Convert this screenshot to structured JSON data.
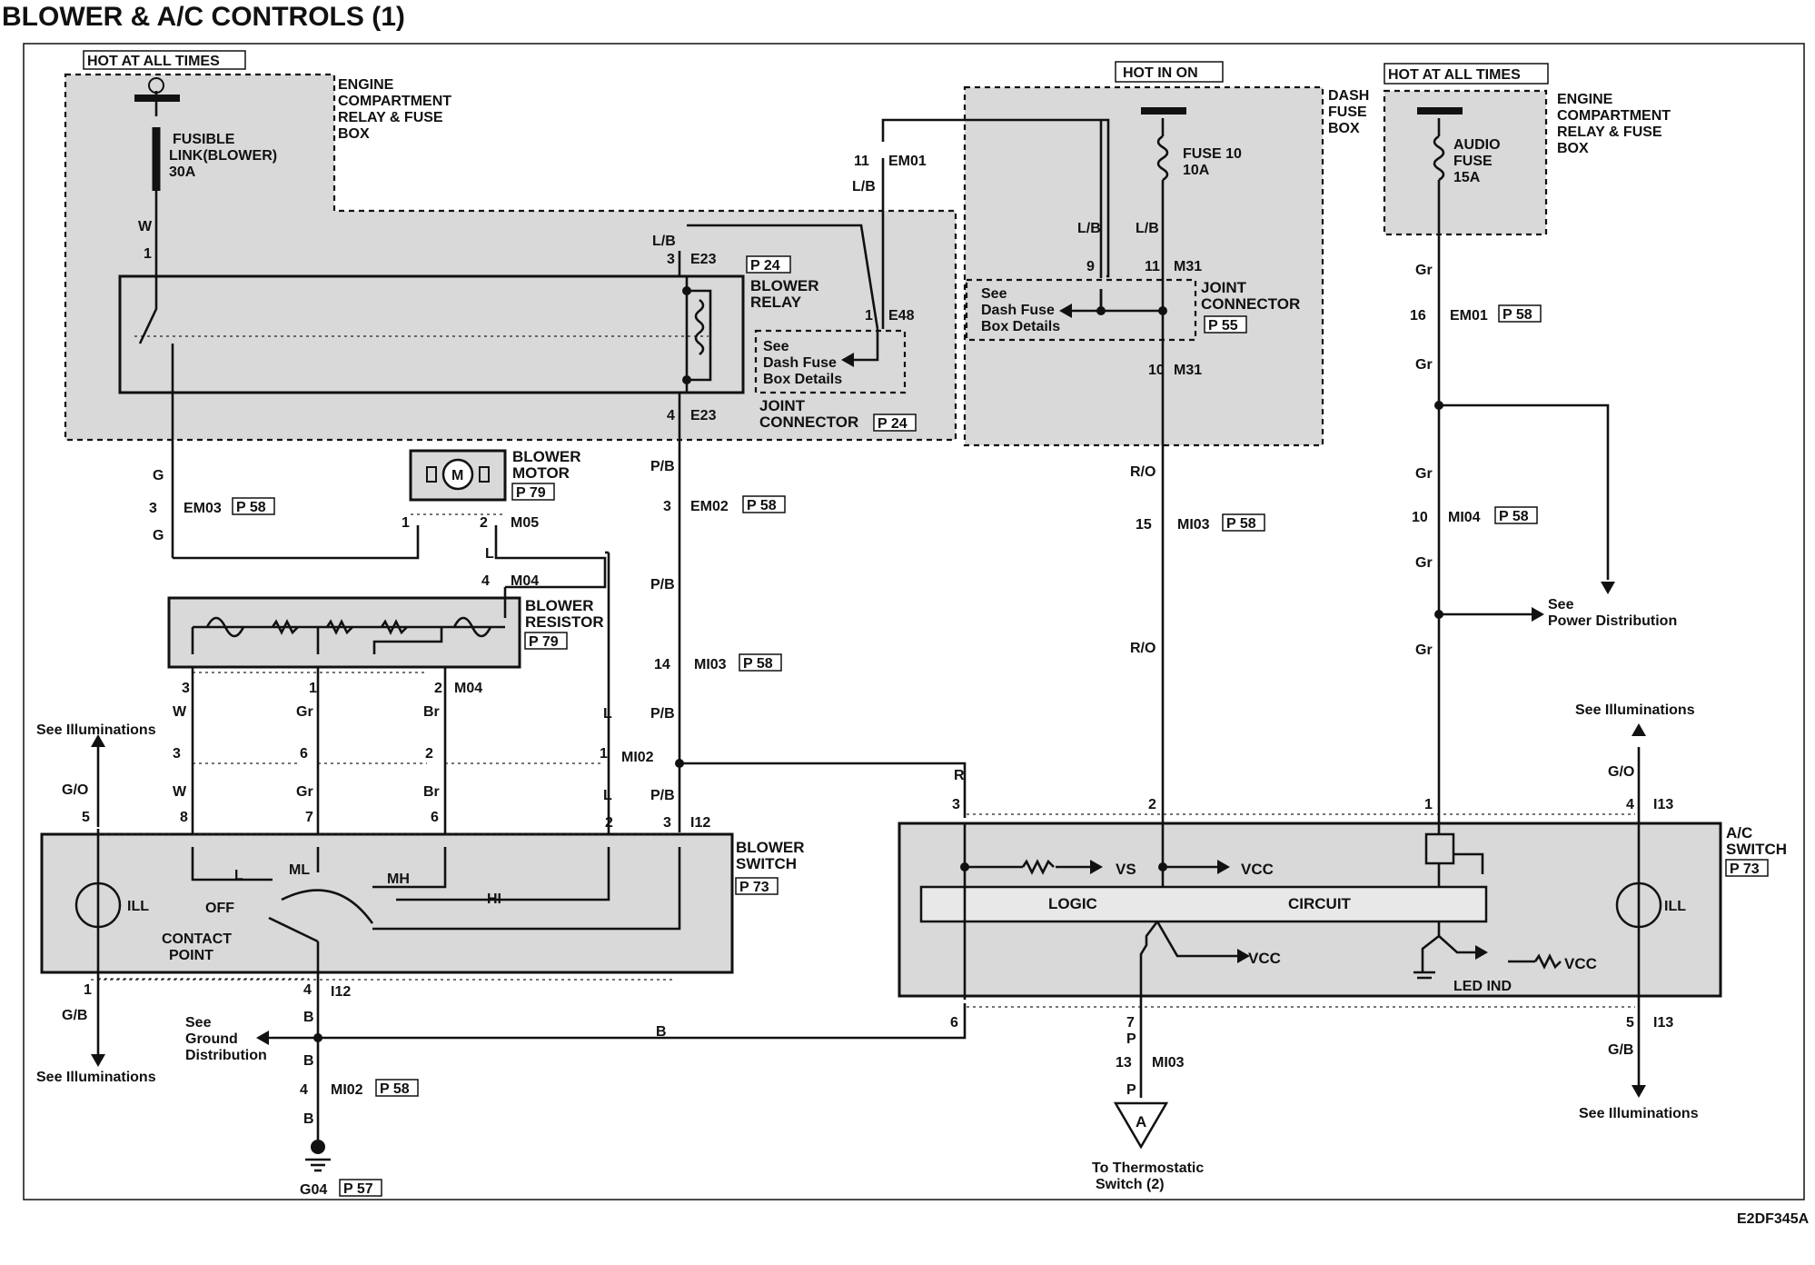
{
  "title": "BLOWER & A/C CONTROLS (1)",
  "diagram_code": "E2DF345A",
  "power": {
    "hot_all_times_left": "HOT AT ALL TIMES",
    "hot_in_on": "HOT IN ON",
    "hot_all_times_right": "HOT AT ALL TIMES"
  },
  "boxes": {
    "engine_box_left": [
      "ENGINE",
      "COMPARTMENT",
      "RELAY & FUSE",
      "BOX"
    ],
    "dash_fuse_box": [
      "DASH",
      "FUSE",
      "BOX"
    ],
    "engine_box_right": [
      "ENGINE",
      "COMPARTMENT",
      "RELAY & FUSE",
      "BOX"
    ]
  },
  "fuses": {
    "fusible_link": [
      "FUSIBLE",
      "LINK(BLOWER)",
      "30A"
    ],
    "fuse10": [
      "FUSE 10",
      "10A"
    ],
    "audio_fuse": [
      "AUDIO",
      "FUSE",
      "15A"
    ]
  },
  "components": {
    "blower_relay": [
      "BLOWER",
      "RELAY"
    ],
    "blower_relay_page": "P 24",
    "joint_connector_left": [
      "JOINT",
      "CONNECTOR"
    ],
    "joint_connector_left_page": "P 24",
    "see_dash_left": [
      "See",
      "Dash Fuse",
      "Box Details"
    ],
    "joint_connector_right": [
      "JOINT",
      "CONNECTOR"
    ],
    "joint_connector_right_page": "P 55",
    "see_dash_right": [
      "See",
      "Dash Fuse",
      "Box Details"
    ],
    "blower_motor": [
      "BLOWER",
      "MOTOR"
    ],
    "blower_motor_page": "P 79",
    "motor_symbol": "M",
    "blower_resistor": [
      "BLOWER",
      "RESISTOR"
    ],
    "blower_resistor_page": "P 79",
    "blower_switch": [
      "BLOWER",
      "SWITCH"
    ],
    "blower_switch_page": "P 73",
    "ac_switch": [
      "A/C",
      "SWITCH"
    ],
    "ac_switch_page": "P 73"
  },
  "switch_labels": {
    "ill_left": "ILL",
    "l": "L",
    "ml": "ML",
    "mh": "MH",
    "hi": "HI",
    "off": "OFF",
    "contact_point": [
      "CONTACT",
      "POINT"
    ],
    "vs": "VS",
    "vcc1": "VCC",
    "vcc2": "VCC",
    "vcc3": "VCC",
    "logic": "LOGIC",
    "circuit": "CIRCUIT",
    "led_ind": "LED IND",
    "ill_right": "ILL"
  },
  "connectors": {
    "em01_left": "EM01",
    "e23_top": "E23",
    "e23_bot": "E23",
    "e48": "E48",
    "em03": "EM03",
    "em03_page": "P 58",
    "em02": "EM02",
    "em02_page": "P 58",
    "m05": "M05",
    "m04a": "M04",
    "m04b": "M04",
    "mi03_left": "MI03",
    "mi03_left_page": "P 58",
    "mi02_top": "MI02",
    "i12_top": "I12",
    "i12_bot": "I12",
    "mi02_bot": "MI02",
    "mi02_bot_page": "P 58",
    "g04": "G04",
    "g04_page": "P 57",
    "m31_top": "M31",
    "m31_bot": "M31",
    "mi03_mid": "MI03",
    "mi03_mid_page": "P 58",
    "mi03_low": "MI03",
    "em01_right": "EM01",
    "em01_right_page": "P 58",
    "mi04": "MI04",
    "mi04_page": "P 58",
    "i13_top": "I13",
    "i13_bot": "I13"
  },
  "pins": {
    "p1_fl": "1",
    "p11_em01": "11",
    "p3_e23": "3",
    "p1_e48": "1",
    "p4_e23": "4",
    "p3_em03": "3",
    "p1_motor": "1",
    "p2_motor": "2",
    "p4_m04": "4",
    "p3_em02": "3",
    "p14_mi03": "14",
    "p3_res": "3",
    "p1_res": "1",
    "p2_res": "2",
    "p3_mid": "3",
    "p6_mid": "6",
    "p2_mid": "2",
    "p1_mi02": "1",
    "p5_sw": "5",
    "p8_sw": "8",
    "p7_sw": "7",
    "p6_sw": "6",
    "p2_sw": "2",
    "p3_sw": "3",
    "p1_swb": "1",
    "p4_swb": "4",
    "p4_mi02": "4",
    "p9_m31": "9",
    "p11_m31": "11",
    "p10_m31": "10",
    "p15_mi03": "15",
    "p16_em01": "16",
    "p10_mi04": "10",
    "p3_ac": "3",
    "p2_ac": "2",
    "p1_ac": "1",
    "p4_ac": "4",
    "p6_ac": "6",
    "p7_ac": "7",
    "p5_ac": "5",
    "p13_mi03": "13"
  },
  "wires": {
    "w": "W",
    "lb1": "L/B",
    "lb2": "L/B",
    "lb3": "L/B",
    "lb4": "L/B",
    "g1": "G",
    "g2": "G",
    "pb1": "P/B",
    "pb2": "P/B",
    "pb3": "P/B",
    "pb4": "P/B",
    "l1": "L",
    "l2": "L",
    "l3": "L",
    "w1": "W",
    "w2": "W",
    "gr1": "Gr",
    "gr2": "Gr",
    "br1": "Br",
    "br2": "Br",
    "go_left": "G/O",
    "gb_left": "G/B",
    "b1": "B",
    "b2": "B",
    "b3": "B",
    "b4": "B",
    "ro1": "R/O",
    "ro2": "R/O",
    "r": "R",
    "p1": "P",
    "p2": "P",
    "gr_r1": "Gr",
    "gr_r2": "Gr",
    "gr_r3": "Gr",
    "gr_r4": "Gr",
    "gr_r5": "Gr",
    "go_right": "G/O",
    "gb_right": "G/B"
  },
  "notes": {
    "see_illum_left_top": "See Illuminations",
    "see_illum_left_bot": "See Illuminations",
    "see_ground": [
      "See",
      "Ground",
      "Distribution"
    ],
    "see_power": [
      "See",
      "Power Distribution"
    ],
    "see_illum_right_top": "See Illuminations",
    "see_illum_right_bot": "See Illuminations",
    "to_thermo": [
      "To Thermostatic",
      "Switch (2)"
    ],
    "terminal_a": "A"
  }
}
